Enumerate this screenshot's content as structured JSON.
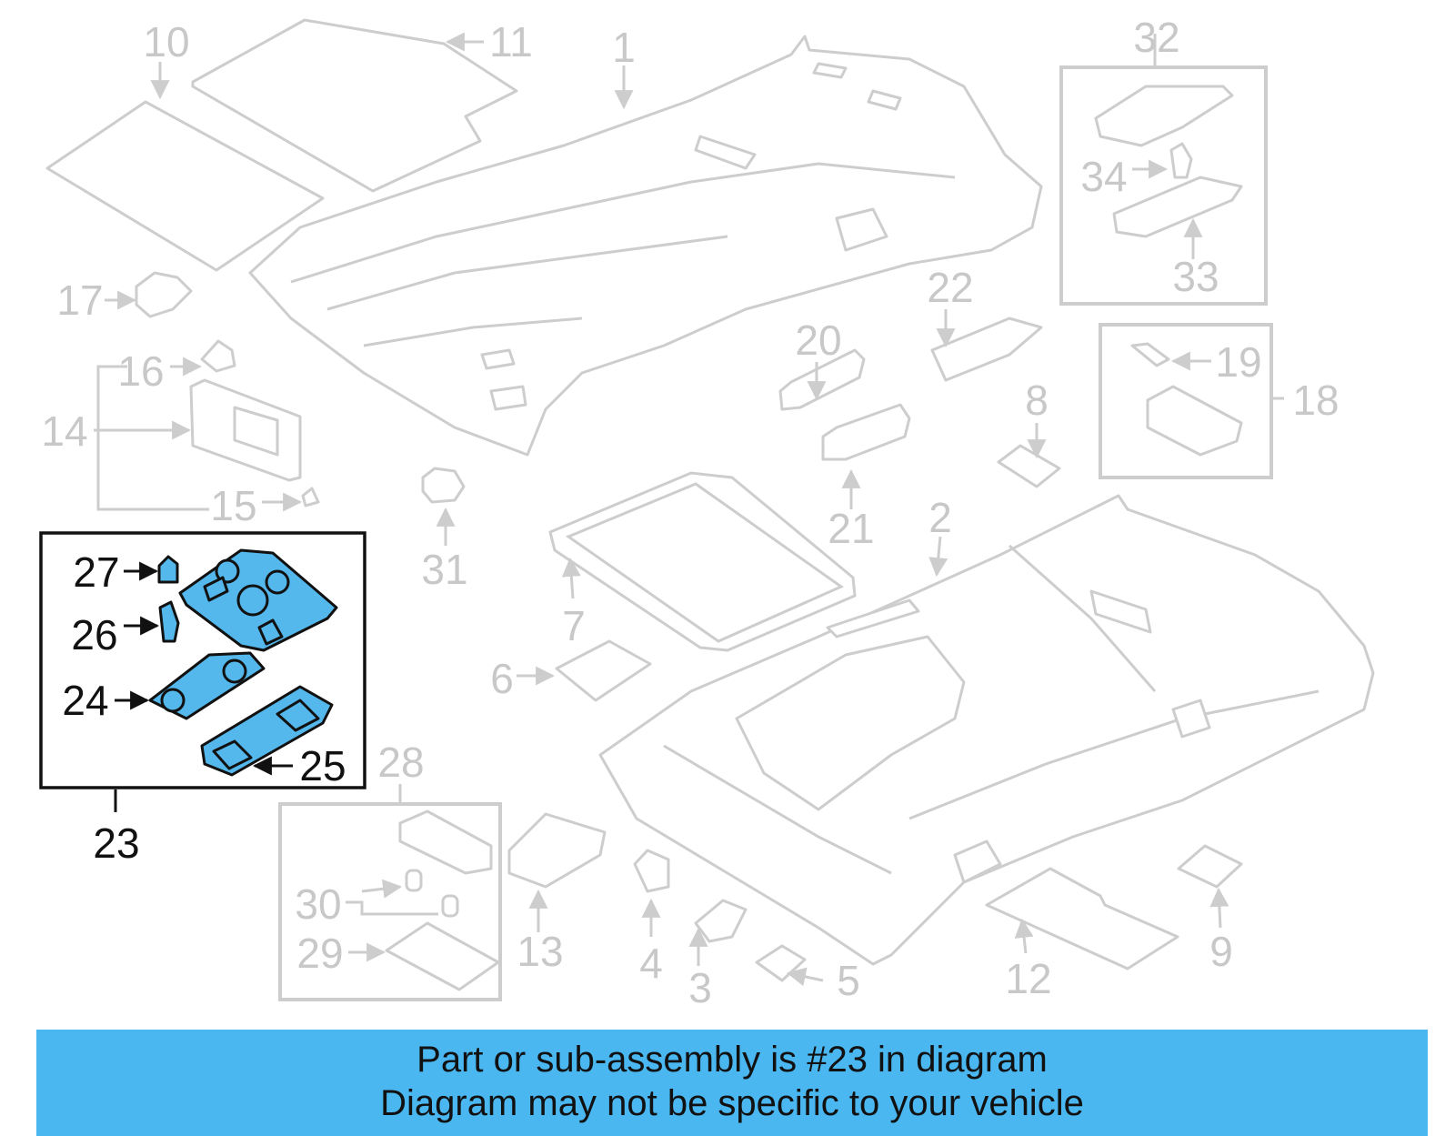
{
  "diagram": {
    "callouts": {
      "n1": "1",
      "n2": "2",
      "n3": "3",
      "n4": "4",
      "n5": "5",
      "n6": "6",
      "n7": "7",
      "n8": "8",
      "n9": "9",
      "n10": "10",
      "n11": "11",
      "n12": "12",
      "n13": "13",
      "n14": "14",
      "n15": "15",
      "n16": "16",
      "n17": "17",
      "n18": "18",
      "n19": "19",
      "n20": "20",
      "n21": "21",
      "n22": "22",
      "n23": "23",
      "n24": "24",
      "n25": "25",
      "n26": "26",
      "n27": "27",
      "n28": "28",
      "n29": "29",
      "n30": "30",
      "n31": "31",
      "n32": "32",
      "n33": "33",
      "n34": "34"
    },
    "highlighted_part": "23",
    "colors": {
      "highlight_fill": "#55b8ec",
      "banner_bg": "#4ab7f1",
      "muted_line": "#cdcdcd",
      "highlight_line": "#111111"
    }
  },
  "banner": {
    "line1": "Part or sub-assembly is #23 in diagram",
    "line2": "Diagram may not be specific to your vehicle"
  }
}
